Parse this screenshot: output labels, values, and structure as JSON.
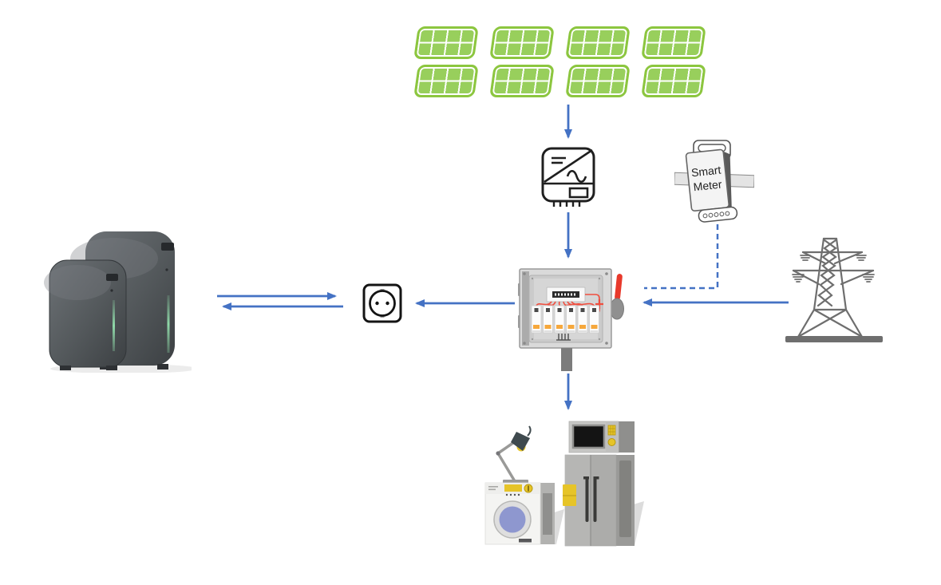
{
  "diagram": {
    "type": "home-solar-energy-flow-diagram",
    "background_color": "#ffffff",
    "arrow_color": "#4472C4",
    "solar_panel_color": "#92D050",
    "grid_tower_color": "#6e6e6e",
    "breaker_lever_color": "#E8392B",
    "wire_color": "#F04E3E",
    "battery_led_color": "#8FD8A8",
    "accent_yellow": "#E6C428"
  },
  "nodes": {
    "solar_array": {
      "name": "Solar panel array",
      "panel_rows": 2,
      "panel_cols": 4,
      "panel_count": 8
    },
    "inverter": {
      "name": "Solar inverter"
    },
    "smart_meter": {
      "name": "Smart meter",
      "label_line1": "Smart",
      "label_line2": "Meter"
    },
    "distribution_box": {
      "name": "Distribution box",
      "breaker_count": 6
    },
    "socket": {
      "name": "Wall socket"
    },
    "battery_storage": {
      "name": "Battery storage towers",
      "unit_count": 2
    },
    "utility_grid": {
      "name": "Utility grid transmission tower"
    },
    "appliances": {
      "name": "Household appliances",
      "items": [
        "desk lamp",
        "washing machine",
        "refrigerator",
        "microwave"
      ]
    }
  },
  "connections": [
    {
      "from": "solar_array",
      "to": "inverter",
      "style": "solid-arrow-down"
    },
    {
      "from": "inverter",
      "to": "distribution_box",
      "style": "solid-arrow-down"
    },
    {
      "from": "smart_meter",
      "to": "distribution_box",
      "style": "dashed-line"
    },
    {
      "from": "utility_grid",
      "to": "distribution_box",
      "style": "solid-arrow-left"
    },
    {
      "from": "distribution_box",
      "to": "socket",
      "style": "solid-arrow-left"
    },
    {
      "from": "socket",
      "to": "battery_storage",
      "style": "double-arrow-bidirectional"
    },
    {
      "from": "distribution_box",
      "to": "appliances",
      "style": "solid-arrow-down"
    }
  ]
}
